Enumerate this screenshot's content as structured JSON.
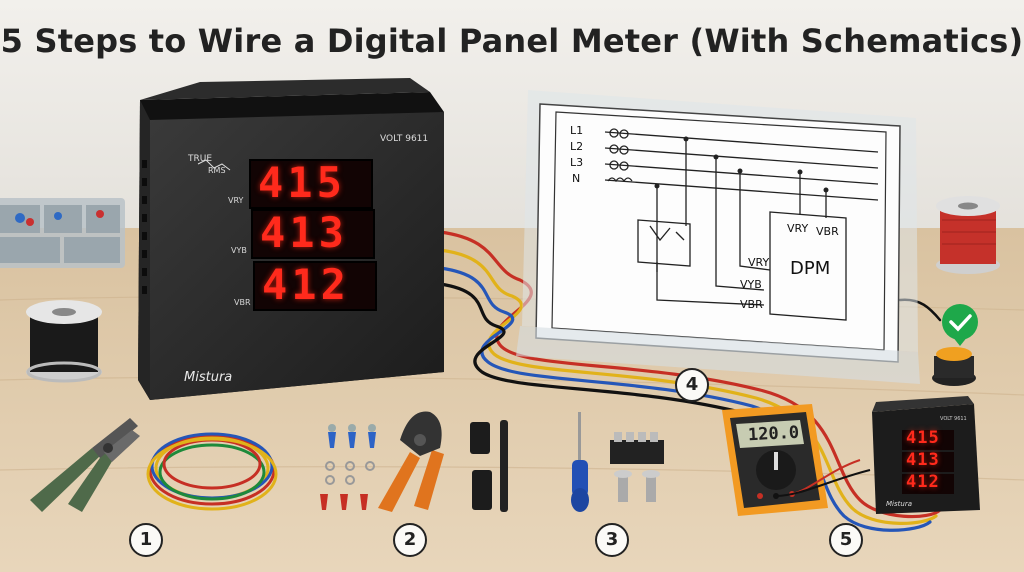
{
  "title": "5 Steps to Wire a Digital Panel Meter (With Schematics)",
  "meter": {
    "brand": "Mistura",
    "model": "VOLT 9611",
    "badge_top": "TRUE",
    "badge_bottom": "RMS",
    "rows": [
      {
        "label": "VRY",
        "value": "415"
      },
      {
        "label": "VYB",
        "value": "413"
      },
      {
        "label": "VBR",
        "value": "412"
      }
    ]
  },
  "schematic": {
    "lines": [
      "L1",
      "L2",
      "L3",
      "N"
    ],
    "dpm_label": "DPM",
    "dpm_terminals": [
      "VRY",
      "VBR"
    ],
    "wire_labels": [
      "VRY",
      "VYB",
      "VBR"
    ]
  },
  "multimeter": {
    "reading": "120.0"
  },
  "small_meter": {
    "model": "VOLT 9611",
    "brand": "Mistura",
    "values": [
      "415",
      "413",
      "412"
    ]
  },
  "steps": [
    "1",
    "2",
    "3",
    "4",
    "5"
  ],
  "colors": {
    "accent_red": "#ff2a1c",
    "check_green": "#1ea84a",
    "table_wood": "#dcc6a4"
  }
}
